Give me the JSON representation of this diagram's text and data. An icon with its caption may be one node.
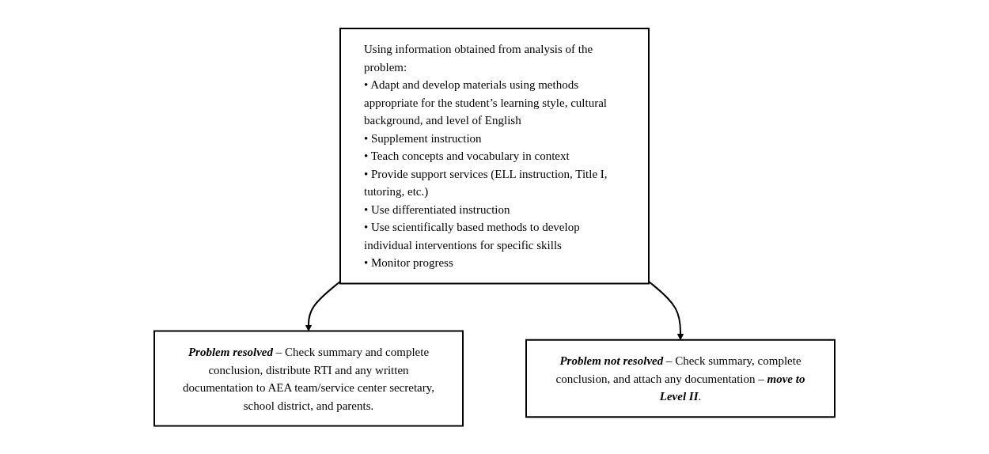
{
  "diagram": {
    "nodes": [
      {
        "text": [
          "Using information obtained from analysis of the problem:",
          "• Adapt and develop materials using methods appropriate for the student’s learning style, cultural background, and level of English",
          "• Supplement instruction",
          "• Teach concepts and vocabulary in context",
          "• Provide support services (ELL instruction, Title I, tutoring, etc.)",
          "• Use differentiated instruction",
          "• Use scientifically based methods to develop individual interventions for specific skills",
          "• Monitor progress"
        ]
      },
      {
        "text": [
          "**Problem resolved** – Check summary and complete conclusion, distribute RTI and any written documentation to AEA team/service center secretary, school district, and parents."
        ]
      },
      {
        "text": [
          "**Problem not resolved** – Check summary, complete conclusion, and attach any documentation – **move to Level II**."
        ]
      }
    ],
    "edges": [
      {
        "from": 0,
        "to": 1,
        "arrow": "to"
      },
      {
        "from": 0,
        "to": 2,
        "arrow": "to"
      }
    ]
  }
}
